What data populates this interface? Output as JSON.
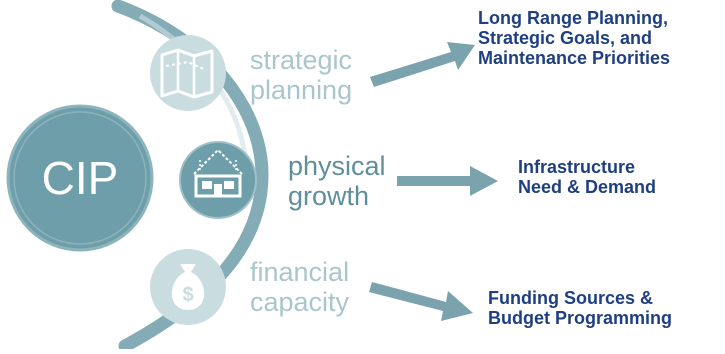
{
  "core": {
    "label": "CIP",
    "color": "#6e9ea9"
  },
  "stages": [
    {
      "line1": "strategic",
      "line2": "planning",
      "icon": "map-icon",
      "state": "faded"
    },
    {
      "line1": "physical",
      "line2": "growth",
      "icon": "house-icon",
      "state": "active"
    },
    {
      "line1": "financial",
      "line2": "capacity",
      "icon": "money-bag-icon",
      "state": "faded"
    }
  ],
  "outcomes": [
    {
      "lines": [
        "Long Range Planning,",
        "Strategic Goals, and",
        "Maintenance Priorities"
      ]
    },
    {
      "lines": [
        "Infrastructure",
        "Need & Demand"
      ]
    },
    {
      "lines": [
        "Funding Sources &",
        "Budget Programming"
      ]
    }
  ],
  "colors": {
    "track": "#6e9ea9",
    "arrow": "#7aa3ad",
    "faded_icon": "#c9dde1",
    "active_icon": "#6e9ea9",
    "outcome_text": "#1f3f80"
  }
}
